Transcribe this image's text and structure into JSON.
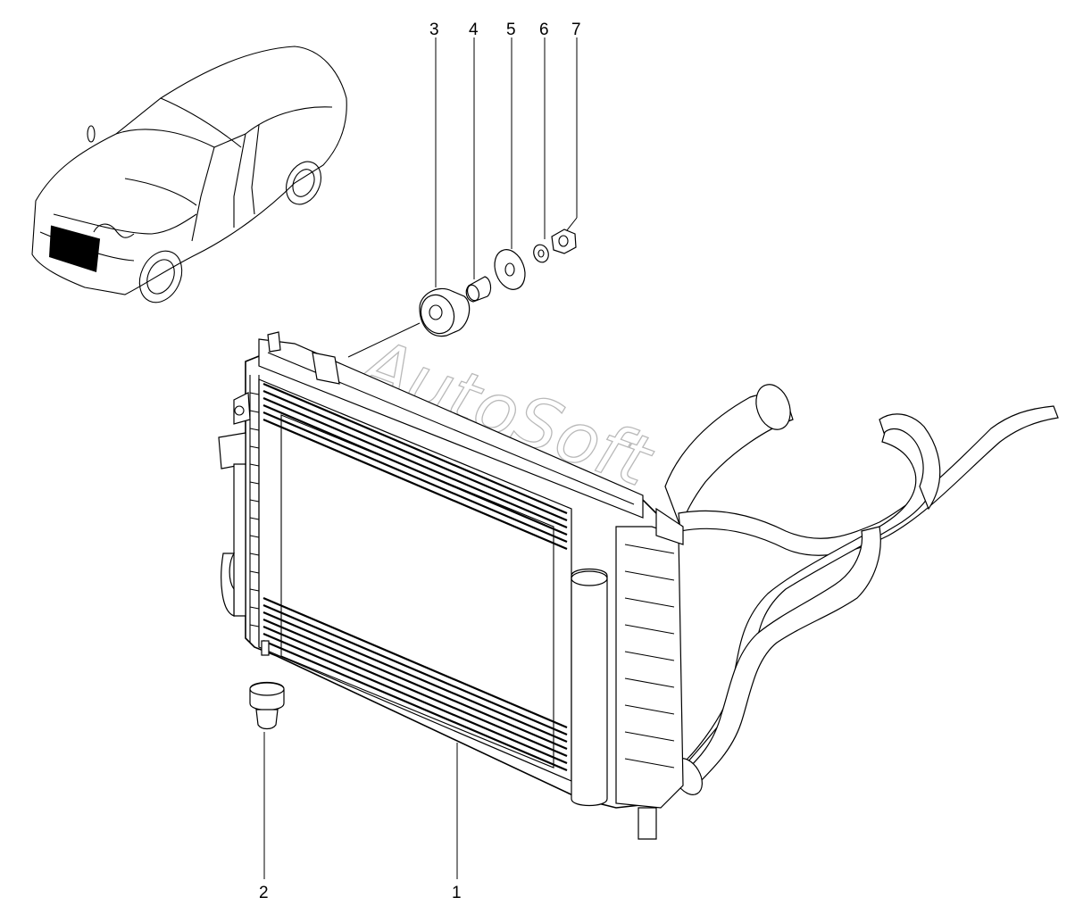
{
  "watermark": {
    "text": "AutoSoft"
  },
  "callouts": [
    {
      "id": "1",
      "part": "radiator"
    },
    {
      "id": "2",
      "part": "lower-mount-cushion"
    },
    {
      "id": "3",
      "part": "upper-mount-cushion"
    },
    {
      "id": "4",
      "part": "spacer-bushing"
    },
    {
      "id": "5",
      "part": "washer"
    },
    {
      "id": "6",
      "part": "spring-washer"
    },
    {
      "id": "7",
      "part": "nut"
    }
  ]
}
